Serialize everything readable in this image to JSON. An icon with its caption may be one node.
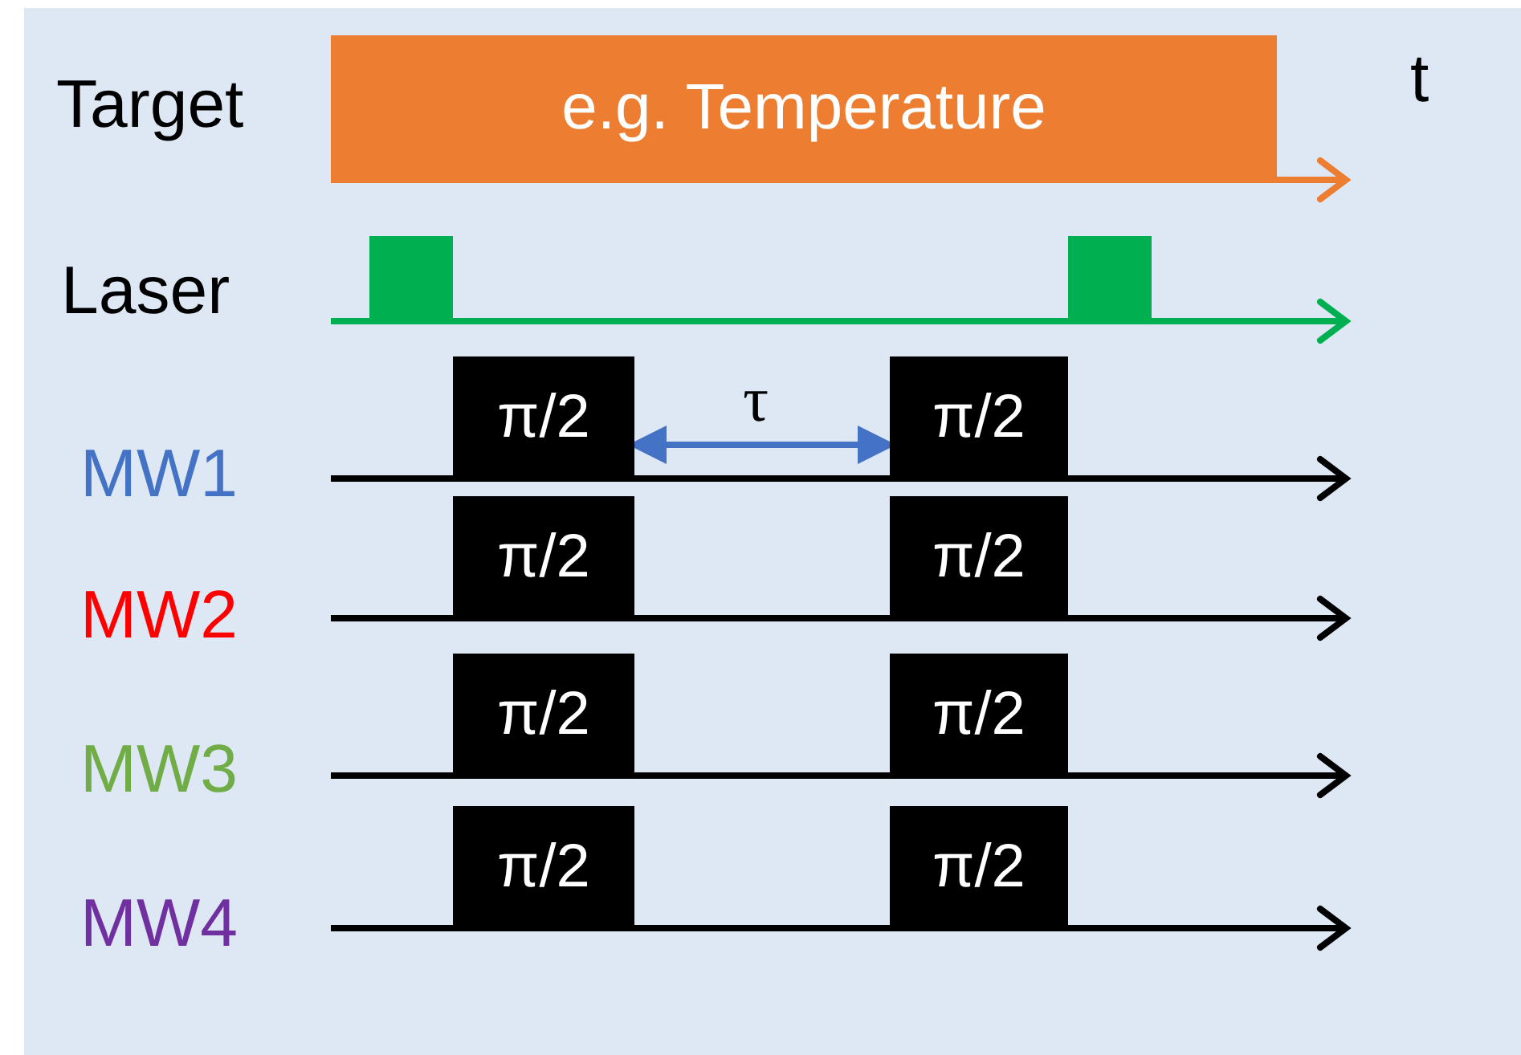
{
  "diagram": {
    "nodes": [
      {
        "text": [
          "e.g. Temperature"
        ]
      },
      {
        "text": [],
        "shape": "bar"
      },
      {
        "text": [],
        "shape": "bar"
      },
      {
        "text": [
          "π/2"
        ]
      },
      {
        "text": [
          "π/2"
        ]
      },
      {
        "text": [
          "π/2"
        ]
      },
      {
        "text": [
          "π/2"
        ]
      },
      {
        "text": [
          "π/2"
        ]
      },
      {
        "text": [
          "π/2"
        ]
      },
      {
        "text": [
          "π/2"
        ]
      },
      {
        "text": [
          "π/2"
        ]
      }
    ],
    "edges": [
      {
        "from": 3,
        "to": 4,
        "arrow": "both",
        "label": "τ"
      }
    ],
    "labels": [
      "Target",
      "t",
      "Laser",
      "MW1",
      "MW2",
      "MW3",
      "MW4"
    ]
  }
}
